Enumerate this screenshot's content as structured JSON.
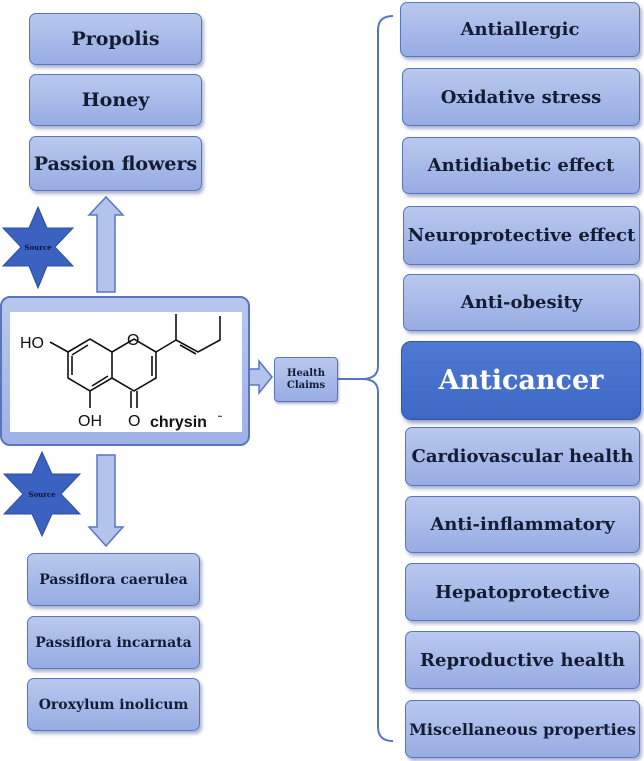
{
  "sources": {
    "top": [
      "Propolis",
      "Honey",
      "Passion flowers"
    ],
    "bottom": [
      "Passiflora caerulea",
      "Passiflora incarnata",
      "Oroxylum inolicum"
    ],
    "star_label": "Source"
  },
  "molecule": {
    "name": "chrysin",
    "name_suffix": "˜",
    "groups": {
      "oh_left": "HO",
      "oh_bottom": "OH",
      "ketone_o": "O",
      "ring_o": "O"
    }
  },
  "health_claims": {
    "label_line1": "Health",
    "label_line2": "Claims",
    "items": [
      "Antiallergic",
      "Oxidative stress",
      "Antidiabetic effect",
      "Neuroprotective effect",
      "Anti-obesity",
      "Anticancer",
      "Cardiovascular health",
      "Anti-inflammatory",
      "Hepatoprotective",
      "Reproductive health",
      "Miscellaneous properties"
    ],
    "highlight_index": 5
  },
  "colors": {
    "box_fill": "#a7b9e8",
    "box_border": "#5a75c0",
    "highlight_fill": "#4a74cf",
    "star_fill": "#3b62c0",
    "arrow_fill": "#b2c3ec"
  }
}
